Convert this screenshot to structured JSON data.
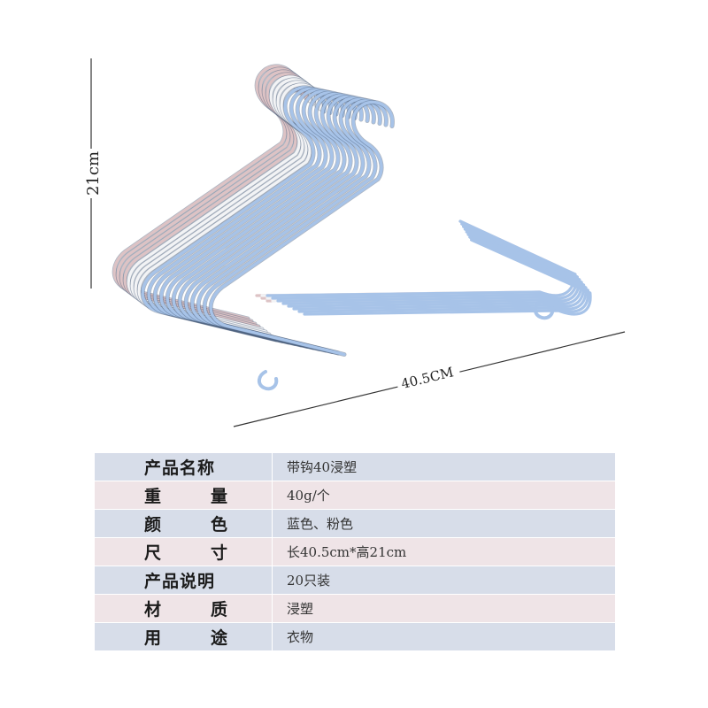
{
  "figure": {
    "height_label": "21cm",
    "width_label": "40.5CM",
    "colors": {
      "blue": "#a7c3e8",
      "white": "#f2f3f5",
      "pink": "#ddc3c5"
    }
  },
  "spec_table": {
    "row_colors": {
      "blue": "#d7dde9",
      "pink": "#efe4e7"
    },
    "rows": [
      {
        "label": "产品名称",
        "label_chars": [
          "产",
          "品",
          "名",
          "称"
        ],
        "value": "带钩40浸塑"
      },
      {
        "label": "重量",
        "label_chars": [
          "重",
          "量"
        ],
        "value": "40g/个"
      },
      {
        "label": "颜色",
        "label_chars": [
          "颜",
          "色"
        ],
        "value": "蓝色、粉色"
      },
      {
        "label": "尺寸",
        "label_chars": [
          "尺",
          "寸"
        ],
        "value": "长40.5cm*高21cm"
      },
      {
        "label": "产品说明",
        "label_chars": [
          "产",
          "品",
          "说",
          "明"
        ],
        "value": "20只装"
      },
      {
        "label": "材质",
        "label_chars": [
          "材",
          "质"
        ],
        "value": "浸塑"
      },
      {
        "label": "用途",
        "label_chars": [
          "用",
          "途"
        ],
        "value": "衣物"
      }
    ]
  }
}
